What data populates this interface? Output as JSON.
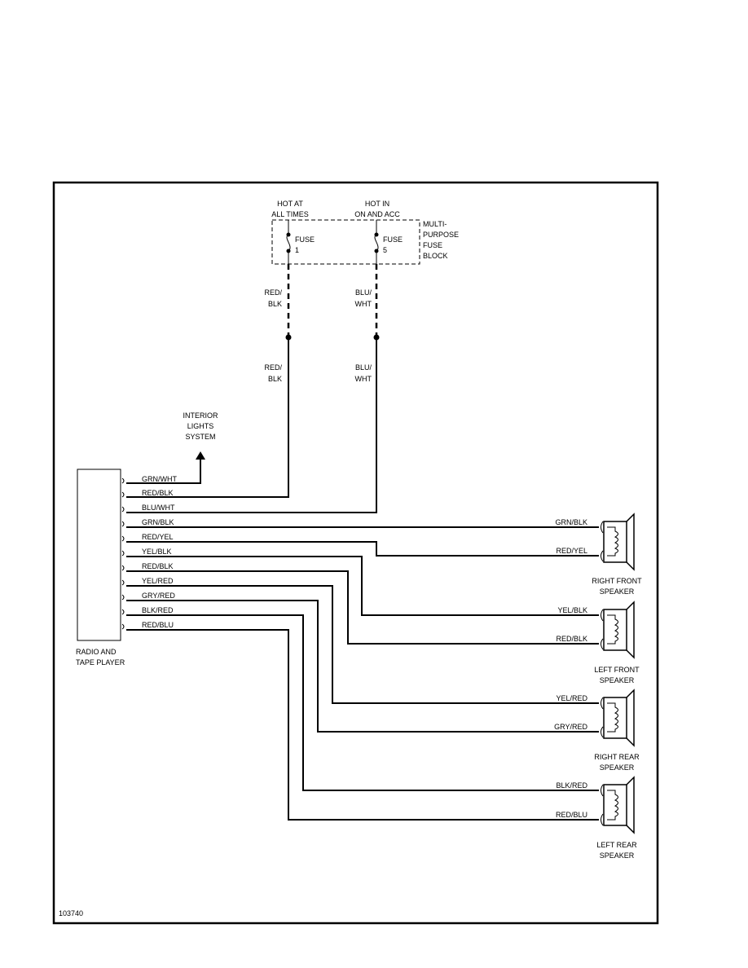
{
  "fuse_block": {
    "hot_left": [
      "HOT AT",
      "ALL TIMES"
    ],
    "hot_right": [
      "HOT IN",
      "ON AND ACC"
    ],
    "fuse1": [
      "FUSE",
      "1"
    ],
    "fuse5": [
      "FUSE",
      "5"
    ],
    "block_label": [
      "MULTI-",
      "PURPOSE",
      "FUSE",
      "BLOCK"
    ]
  },
  "feed_wires": {
    "left_upper": [
      "RED/",
      "BLK"
    ],
    "left_lower": [
      "RED/",
      "BLK"
    ],
    "right_upper": [
      "BLU/",
      "WHT"
    ],
    "right_lower": [
      "BLU/",
      "WHT"
    ]
  },
  "interior": [
    "INTERIOR",
    "LIGHTS",
    "SYSTEM"
  ],
  "radio": [
    "RADIO AND",
    "TAPE PLAYER"
  ],
  "radio_wires": [
    "GRN/WHT",
    "RED/BLK",
    "BLU/WHT",
    "GRN/BLK",
    "RED/YEL",
    "YEL/BLK",
    "RED/BLK",
    "YEL/RED",
    "GRY/RED",
    "BLK/RED",
    "RED/BLU"
  ],
  "speakers": [
    {
      "name": [
        "RIGHT FRONT",
        "SPEAKER"
      ],
      "wire_top": "GRN/BLK",
      "wire_bottom": "RED/YEL"
    },
    {
      "name": [
        "LEFT FRONT",
        "SPEAKER"
      ],
      "wire_top": "YEL/BLK",
      "wire_bottom": "RED/BLK"
    },
    {
      "name": [
        "RIGHT REAR",
        "SPEAKER"
      ],
      "wire_top": "YEL/RED",
      "wire_bottom": "GRY/RED"
    },
    {
      "name": [
        "LEFT REAR",
        "SPEAKER"
      ],
      "wire_top": "BLK/RED",
      "wire_bottom": "RED/BLU"
    }
  ],
  "figure_number": "103740"
}
